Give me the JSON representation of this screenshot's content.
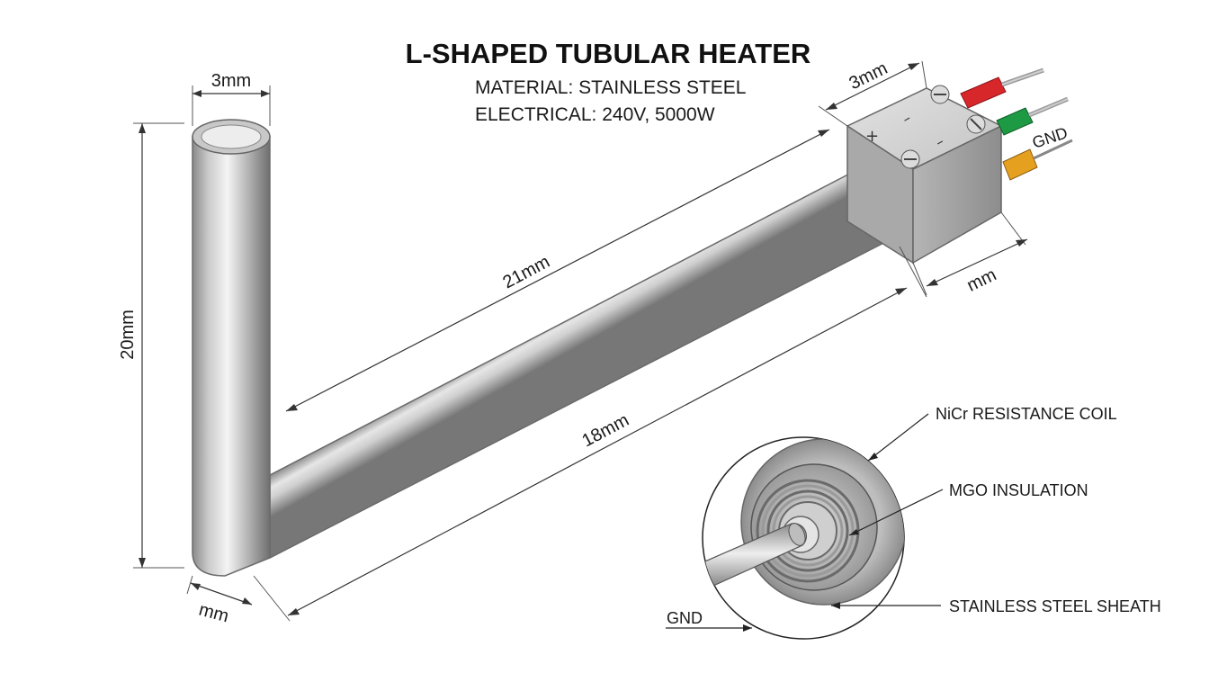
{
  "header": {
    "title": "L-SHAPED TUBULAR HEATER",
    "material": "MATERIAL: STAINLESS STEEL",
    "electrical": "ELECTRICAL: 240V, 5000W"
  },
  "dimensions": {
    "tube_diameter": "3mm",
    "vertical_length": "20mm",
    "base_width": "mm",
    "horizontal_length_top": "21mm",
    "horizontal_length_bottom": "18mm",
    "terminal_box_width": "3mm",
    "terminal_box_depth": "mm"
  },
  "terminal": {
    "plus_mark": "+",
    "minus_mark": "–",
    "ground_label": "GND",
    "wire_colors": [
      "#d8272b",
      "#1e9a45",
      "#e6a020"
    ]
  },
  "cross_section": {
    "coil_label": "NiCr RESISTANCE COIL",
    "insulation_label": "MGO INSULATION",
    "sheath_label": "STAINLESS STEEL SHEATH",
    "ground_label": "GND"
  }
}
